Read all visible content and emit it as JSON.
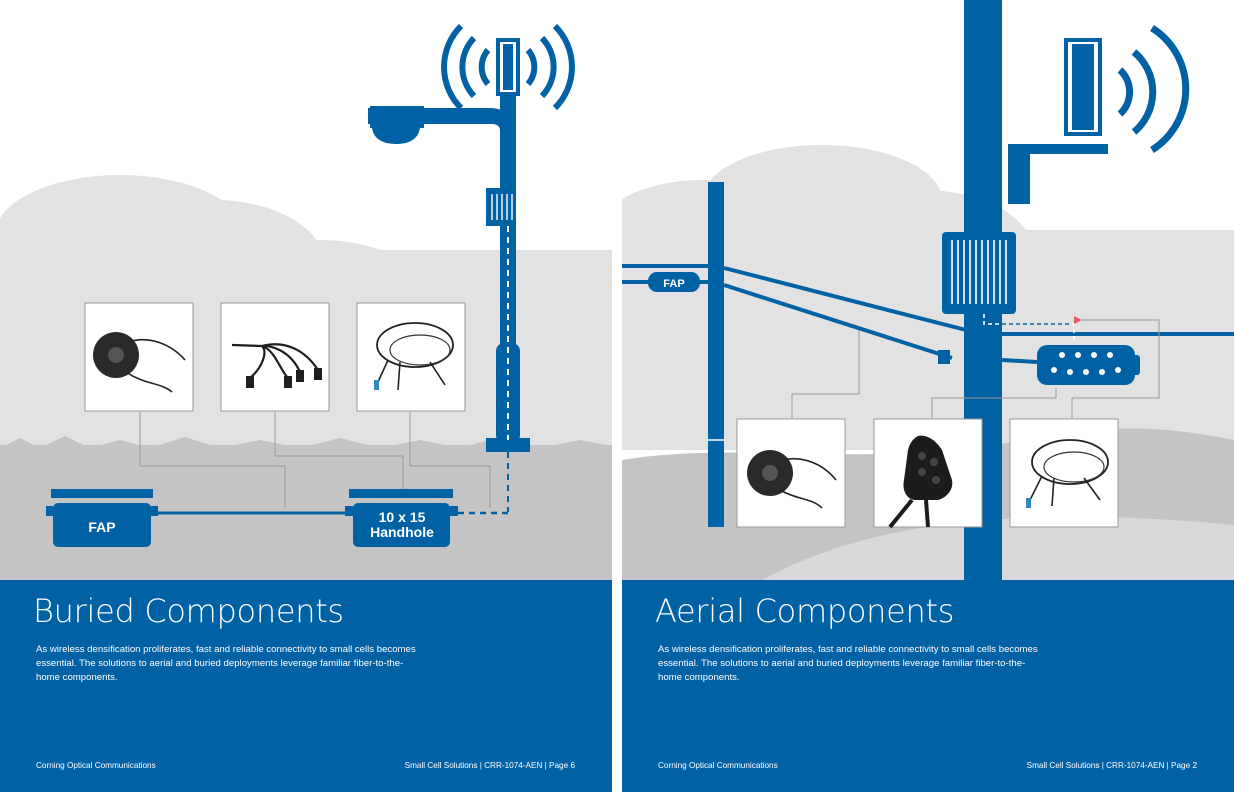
{
  "left_page": {
    "heading": "Buried Components",
    "body": "As wireless densification proliferates, fast and reliable connectivity to small cells becomes essential. The solutions to aerial and buried deployments leverage familiar fiber-to-the-home components.",
    "footer_left": "Corning Optical Communications",
    "footer_right": "Small Cell Solutions | CRR-1074-AEN | Page 6",
    "labels": {
      "fap": "FAP",
      "handhole_line1": "10 x 15",
      "handhole_line2": "Handhole"
    },
    "photos": [
      "fiber-cable-reel",
      "fanout-assembly",
      "coiled-drop-cable"
    ]
  },
  "right_page": {
    "heading": "Aerial Components",
    "body": "As wireless densification proliferates, fast and reliable connectivity to small cells becomes essential. The solutions to aerial and buried deployments leverage familiar fiber-to-the-home components.",
    "footer_left": "Corning Optical Communications",
    "footer_right": "Small Cell Solutions | CRR-1074-AEN | Page 2",
    "labels": {
      "fap": "FAP"
    },
    "photos": [
      "fiber-cable-reel",
      "multiport-terminal",
      "coiled-drop-cable"
    ]
  },
  "colors": {
    "corning_blue": "#0062a5",
    "ground_gray": "#c4c4c4",
    "tree_gray": "#e2e2e2",
    "leader_line": "#9a9a9a"
  }
}
